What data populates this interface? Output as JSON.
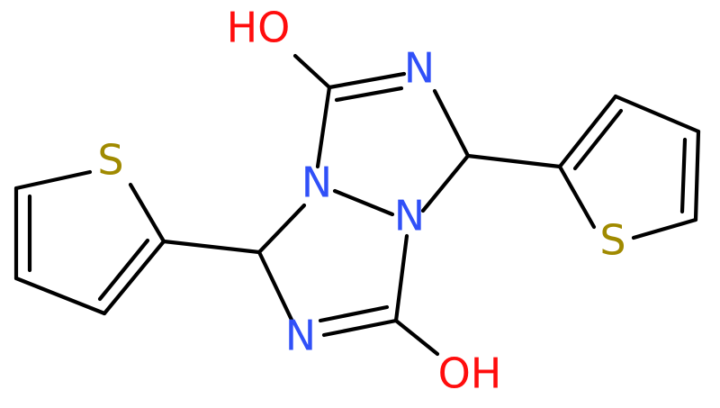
{
  "molecule": {
    "colors": {
      "bond": "#000000",
      "O": "#ff0d0d",
      "N": "#3050f8",
      "S": "#a08a00"
    },
    "atoms": [
      {
        "id": "ho_top",
        "element": "O",
        "label": "HO"
      },
      {
        "id": "n_top",
        "element": "N",
        "label": "N"
      },
      {
        "id": "n_mid_left",
        "element": "N",
        "label": "N"
      },
      {
        "id": "n_mid_right",
        "element": "N",
        "label": "N"
      },
      {
        "id": "n_bottom",
        "element": "N",
        "label": "N"
      },
      {
        "id": "oh_bottom",
        "element": "O",
        "label": "OH"
      },
      {
        "id": "s_left",
        "element": "S",
        "label": "S"
      },
      {
        "id": "s_right",
        "element": "S",
        "label": "S"
      }
    ]
  }
}
